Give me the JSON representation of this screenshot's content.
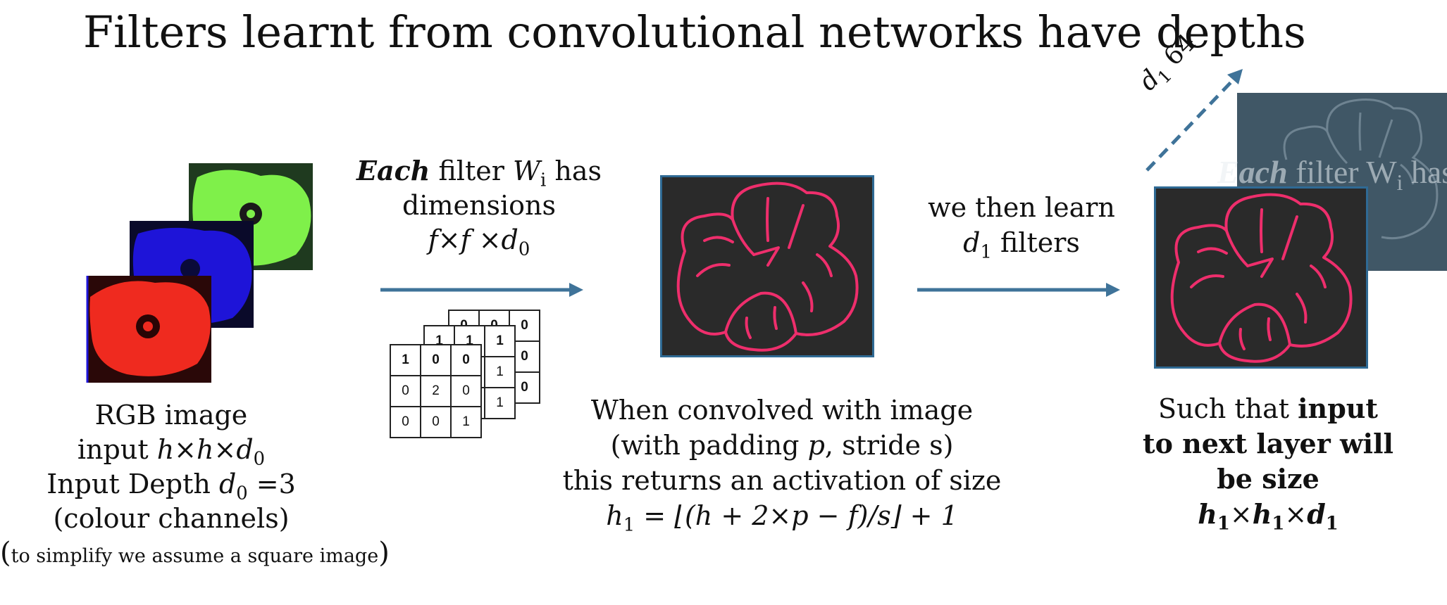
{
  "title": "Filters learnt from convolutional networks have depths",
  "rgb_block": {
    "line1": "RGB image",
    "line2_prefix": "input ",
    "line2_math": "h×h×d",
    "line2_sub": "0",
    "line3_prefix": "Input Depth ",
    "line3_math": "d",
    "line3_sub": "0",
    "line3_suffix": " =3",
    "line4": "(colour channels)",
    "line5_open": "(",
    "line5": "to simplify we assume a square image",
    "line5_close": ")"
  },
  "filter_block": {
    "bold_word": "Each",
    "text1": " filter ",
    "w": "W",
    "w_sub": "i",
    "text2": " has",
    "line2": "dimensions",
    "line3_math": "f×f ×d",
    "line3_sub": "0"
  },
  "matrices": {
    "front": [
      [
        "1",
        "0",
        "0"
      ],
      [
        "0",
        "2",
        "0"
      ],
      [
        "0",
        "0",
        "1"
      ]
    ],
    "middle_visible": [
      "1",
      "1",
      "1",
      "1",
      "1"
    ],
    "back_visible": [
      "0",
      "0",
      "0",
      "0",
      "0"
    ]
  },
  "conv_block": {
    "line1": "When convolved with image",
    "line2_prefix": "(with padding ",
    "line2_p": "p",
    "line2_suffix": ", stride s)",
    "line3": "this returns an activation of size",
    "formula_h": "h",
    "formula_sub": "1",
    "formula_rest": " = ⌊(h + 2×p  − f)/s⌋ + 1"
  },
  "learn_block": {
    "line1": "we then learn",
    "d": "d",
    "d_sub": "1",
    "suffix": " filters"
  },
  "depth_label": {
    "d": "d",
    "d_sub": "1",
    "value": " 64"
  },
  "ghost_text": {
    "bold": "Each",
    "rest": " filter W",
    "sub": "i",
    "tail": " has"
  },
  "next_block": {
    "line1_prefix": "Such that ",
    "line1_bold": "input",
    "line2": "to next layer will",
    "line3": "be size",
    "line4_a": "h",
    "line4_a_sub": "1",
    "line4_b": "h",
    "line4_b_sub": "1",
    "line4_c": "d",
    "line4_c_sub": "1",
    "times": "×"
  },
  "colors": {
    "arrow": "#3f7399",
    "panel_border": "#2f6a94",
    "outline": "#ee2e6c",
    "red_channel": "#ef2a1f",
    "green_channel": "#7ff04a",
    "blue_channel": "#1e14d8"
  }
}
